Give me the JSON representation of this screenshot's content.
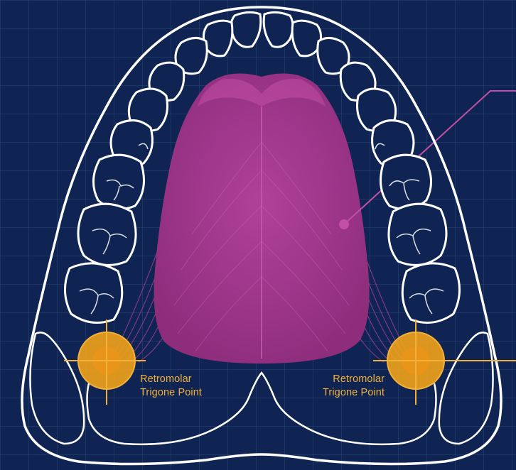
{
  "diagram": {
    "markers": [
      {
        "id": "left",
        "line1": "Retromolar",
        "line2": "Trigone Point"
      },
      {
        "id": "right",
        "line1": "Retromolar",
        "line2": "Trigone Point"
      }
    ],
    "colors": {
      "background": "#0f2452",
      "grid": "#2a4878",
      "outline": "#ffffff",
      "tongue": "#a8378f",
      "tongue_highlight": "#c24fa6",
      "marker": "#f2a31b",
      "label": "#f2b138",
      "pointer": "#c24fa6"
    }
  }
}
